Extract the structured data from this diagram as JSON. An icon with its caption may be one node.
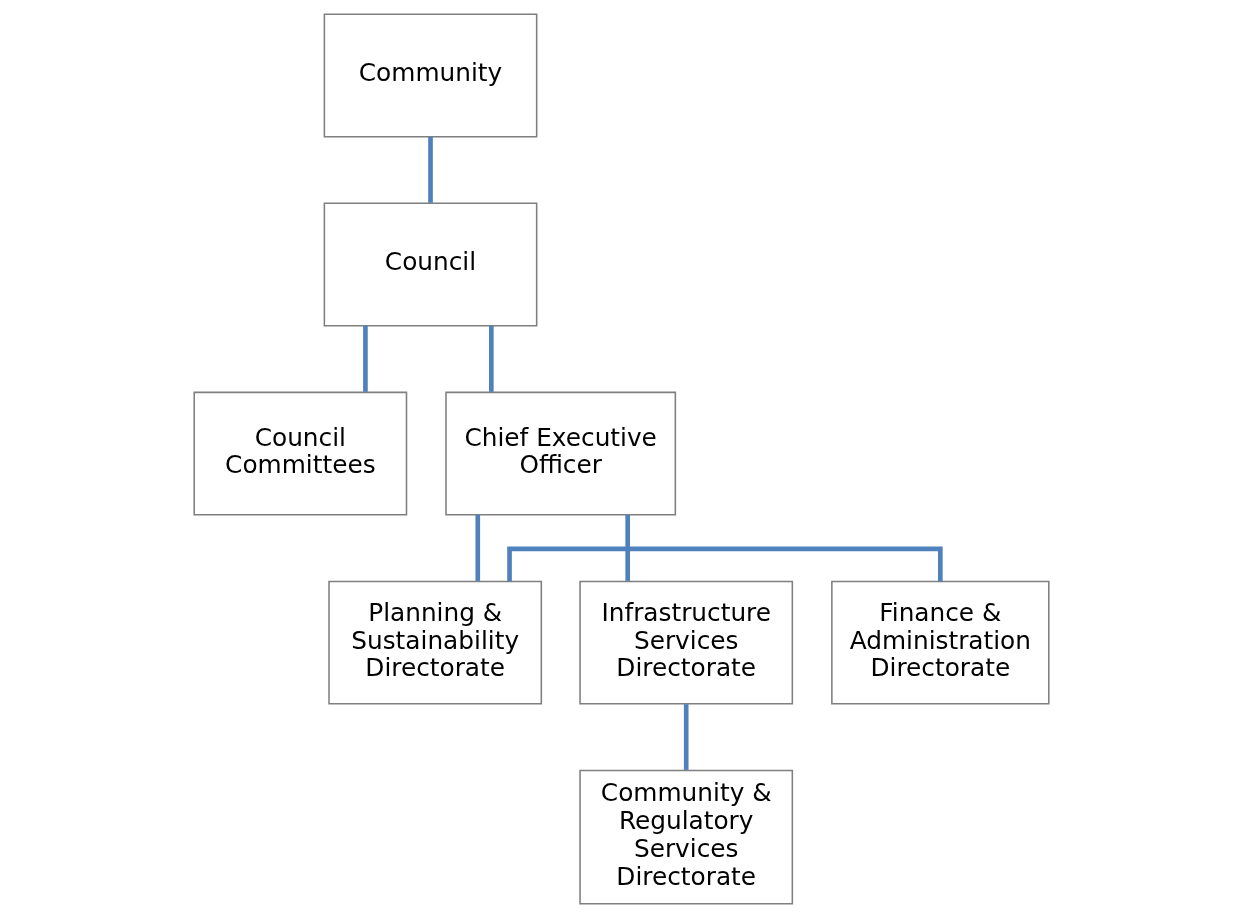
{
  "diagram": {
    "nodes": [
      {
        "text": [
          "Community"
        ]
      },
      {
        "text": [
          "Council"
        ]
      },
      {
        "text": [
          "Council Committees"
        ]
      },
      {
        "text": [
          "Chief Executive Officer"
        ]
      },
      {
        "text": [
          "Finance & Administration Directorate"
        ]
      },
      {
        "text": [
          "Planning & Sustainability Directorate"
        ]
      },
      {
        "text": [
          "Infrastructure Services Directorate"
        ]
      },
      {
        "text": [
          "Community & Regulatory Services Directorate"
        ]
      }
    ],
    "edges": [
      {
        "from": 0,
        "to": 1,
        "arrow": "none"
      },
      {
        "from": 1,
        "to": 2,
        "arrow": "none"
      },
      {
        "from": 1,
        "to": 3,
        "arrow": "none"
      },
      {
        "from": 3,
        "to": 5,
        "arrow": "none"
      },
      {
        "from": 3,
        "to": 6,
        "arrow": "none"
      },
      {
        "from": 4,
        "to": 5,
        "arrow": "none"
      },
      {
        "from": 6,
        "to": 7,
        "arrow": "none"
      }
    ]
  }
}
